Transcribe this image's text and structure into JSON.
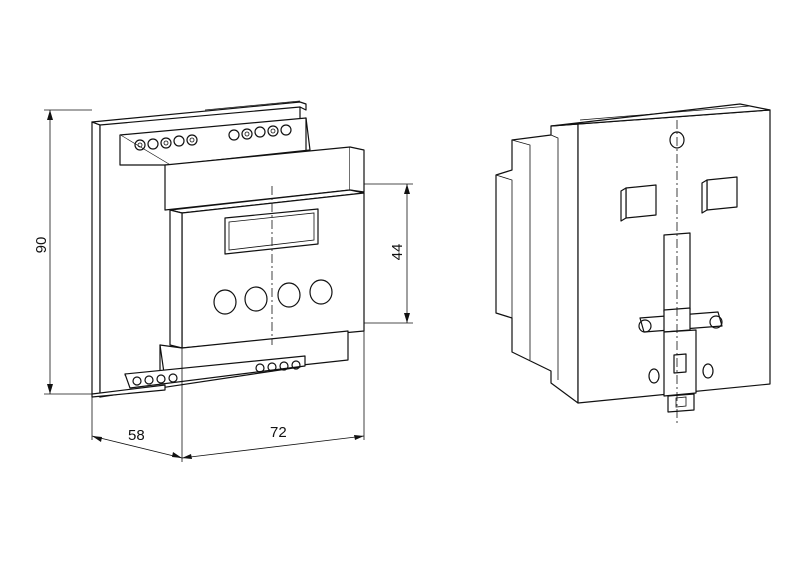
{
  "dimensions": {
    "height_total": "90",
    "front_height": "44",
    "depth": "58",
    "width": "72"
  }
}
